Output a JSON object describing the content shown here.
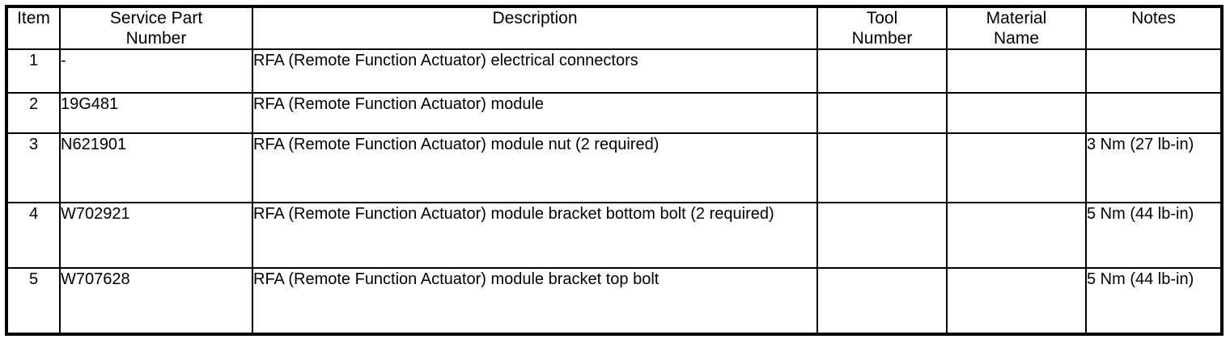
{
  "table": {
    "columns": [
      {
        "key": "item",
        "label": "Item"
      },
      {
        "key": "part",
        "label": "Service Part Number"
      },
      {
        "key": "desc",
        "label": "Description"
      },
      {
        "key": "tool",
        "label": "Tool Number"
      },
      {
        "key": "material",
        "label": "Material Name"
      },
      {
        "key": "notes",
        "label": "Notes"
      }
    ],
    "header_lines": {
      "item": [
        "Item"
      ],
      "part": [
        "Service Part",
        "Number"
      ],
      "desc": [
        "Description"
      ],
      "tool": [
        "Tool",
        "Number"
      ],
      "material": [
        "Material",
        "Name"
      ],
      "notes": [
        "Notes"
      ]
    },
    "rows": [
      {
        "item": "1",
        "part": "-",
        "desc": "RFA (Remote Function Actuator) electrical connectors",
        "tool": "",
        "material": "",
        "notes": ""
      },
      {
        "item": "2",
        "part": "19G481",
        "desc": "RFA (Remote Function Actuator) module",
        "tool": "",
        "material": "",
        "notes": ""
      },
      {
        "item": "3",
        "part": "N621901",
        "desc": "RFA (Remote Function Actuator) module nut (2 required)",
        "tool": "",
        "material": "",
        "notes": "3 Nm (27 lb-in)"
      },
      {
        "item": "4",
        "part": "W702921",
        "desc": "RFA (Remote Function Actuator) module bracket bottom bolt (2 required)",
        "tool": "",
        "material": "",
        "notes": "5 Nm (44 lb-in)"
      },
      {
        "item": "5",
        "part": "W707628",
        "desc": "RFA (Remote Function Actuator) module bracket top bolt",
        "tool": "",
        "material": "",
        "notes": "5 Nm (44 lb-in)"
      }
    ]
  },
  "style": {
    "border_color": "#000000",
    "text_color": "#000000",
    "background": "#ffffff"
  }
}
